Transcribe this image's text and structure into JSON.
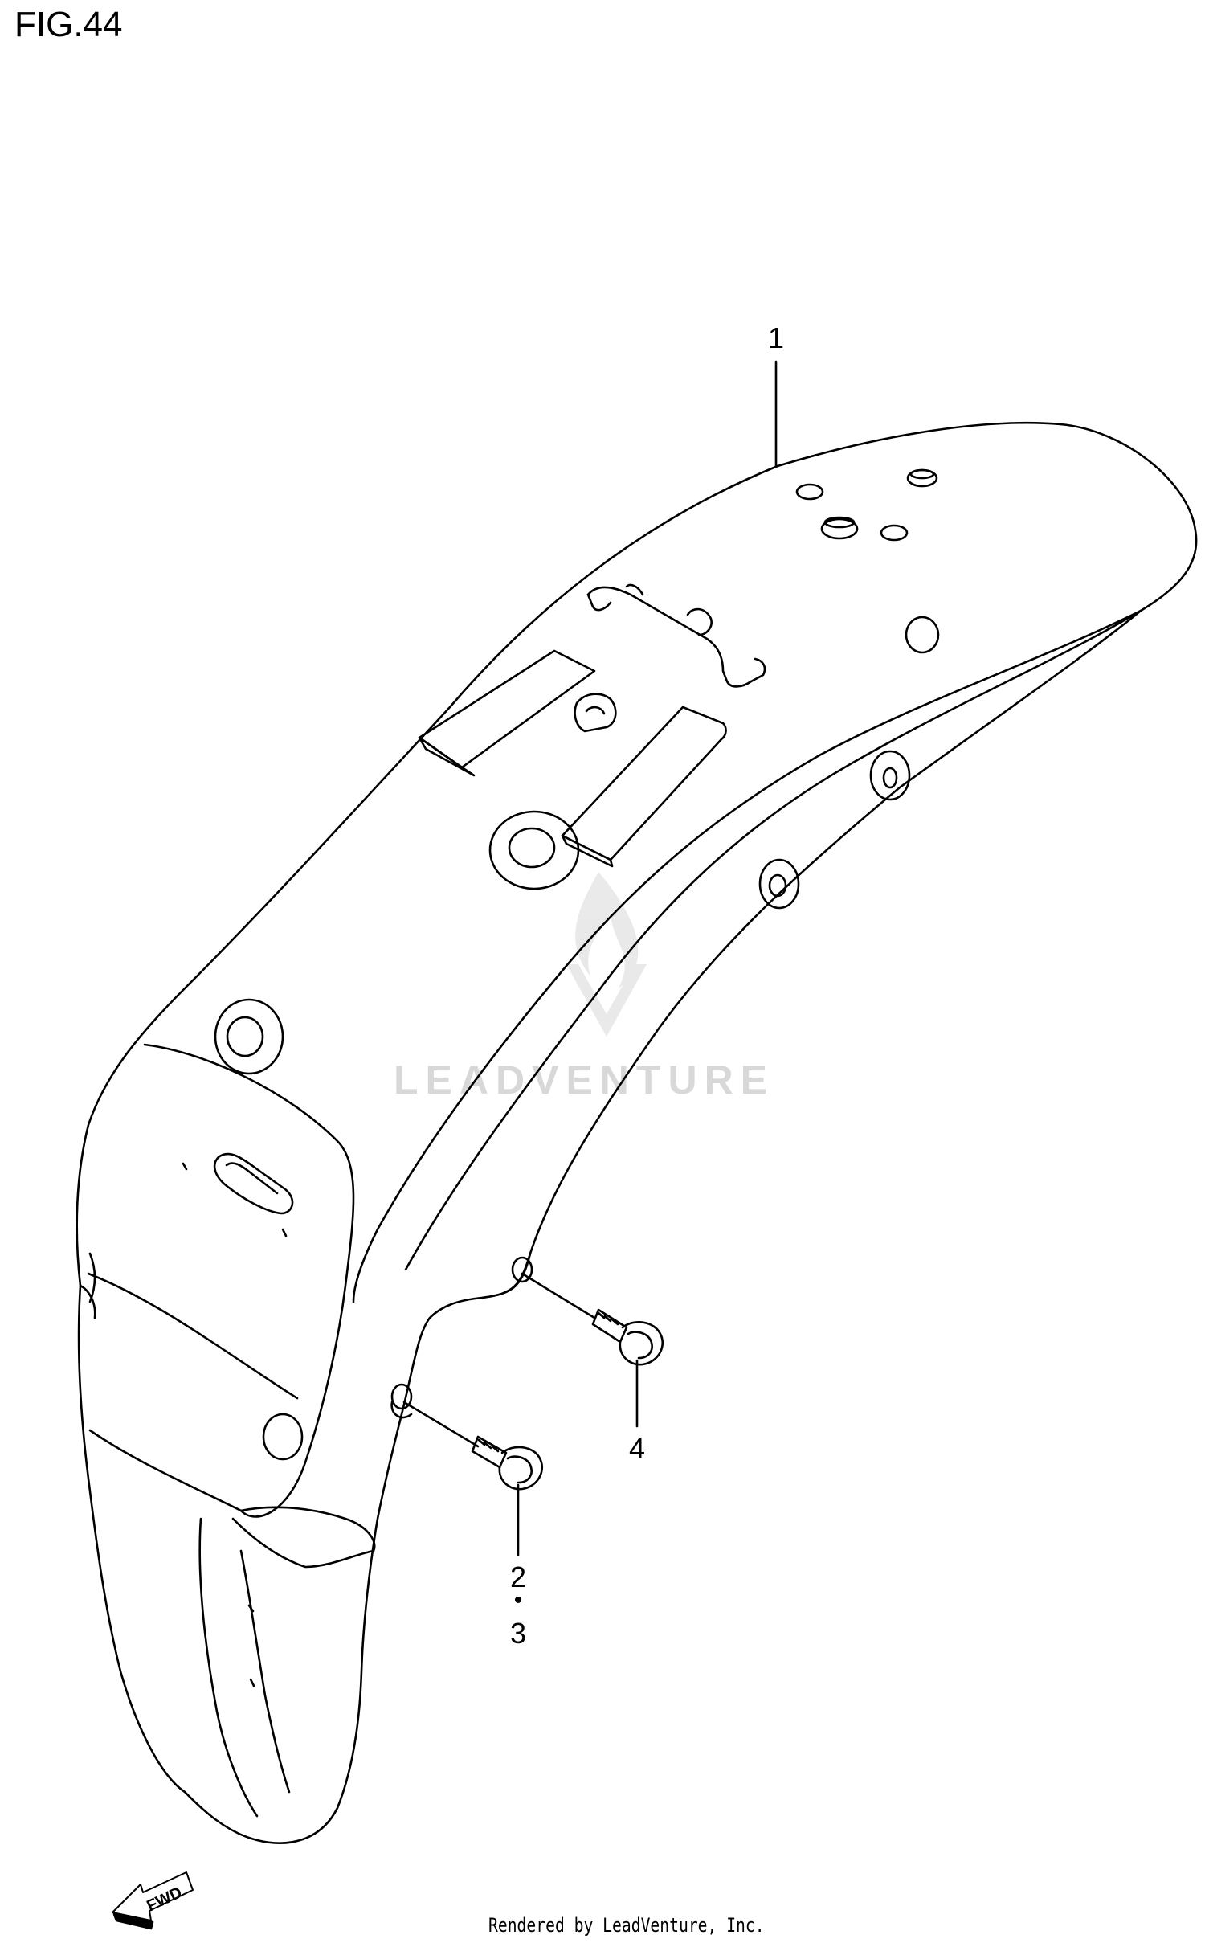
{
  "figure": {
    "title": "FIG.44"
  },
  "callouts": [
    {
      "id": "1",
      "label": "1"
    },
    {
      "id": "4",
      "label": "4"
    },
    {
      "id": "2",
      "label": "2"
    },
    {
      "id": "dot",
      "label": "•"
    },
    {
      "id": "3",
      "label": "3"
    }
  ],
  "fwd_arrow": {
    "label": "FWD"
  },
  "watermark": {
    "label": "LEADVENTURE"
  },
  "footer": {
    "rendered_by": "Rendered by LeadVenture, Inc."
  },
  "icons": [
    "fender-part",
    "bolt",
    "fwd-arrow",
    "watermark-logo"
  ]
}
